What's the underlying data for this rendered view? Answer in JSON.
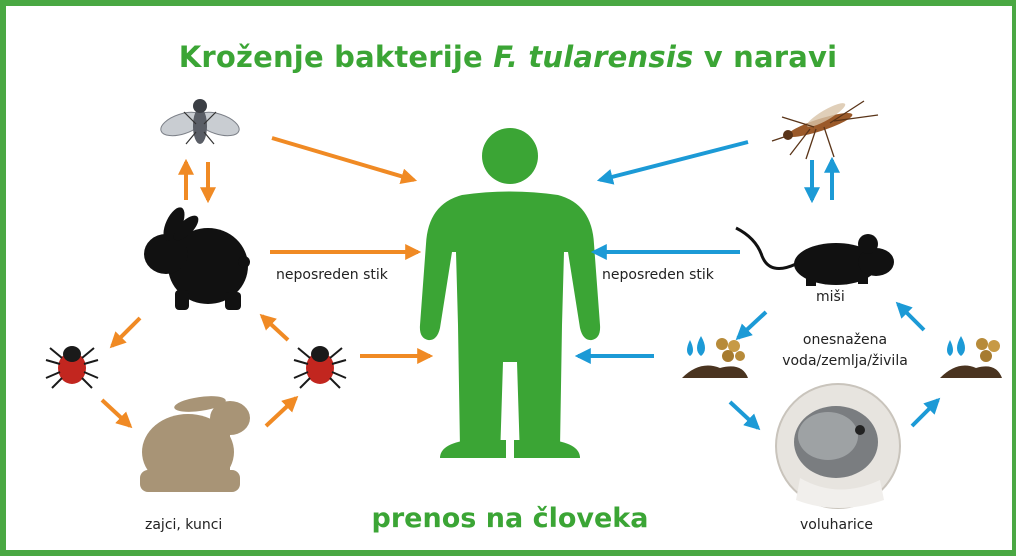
{
  "title": {
    "prefix": "Kroženje bakterije ",
    "species": "F. tularensis",
    "suffix": " v naravi"
  },
  "bottom_title": "prenos na človeka",
  "labels": {
    "left_contact": "neposreden stik",
    "right_contact": "neposreden stik",
    "mice": "miši",
    "contaminated_line1": "onesnažena",
    "contaminated_line2": "voda/zemlja/živila",
    "hares": "zajci, kunci",
    "voles": "voluharice"
  },
  "colors": {
    "green": "#3ba535",
    "orange": "#f08a24",
    "blue": "#1c9ad6",
    "black": "#111111",
    "hare": "#a89476"
  },
  "icons": [
    "fly-icon",
    "rabbit-icon",
    "tick-icon",
    "hare-icon",
    "human-icon",
    "mosquito-icon",
    "mouse-icon",
    "water-drops-icon",
    "soil-pellets-icon",
    "vole-photo-icon"
  ]
}
